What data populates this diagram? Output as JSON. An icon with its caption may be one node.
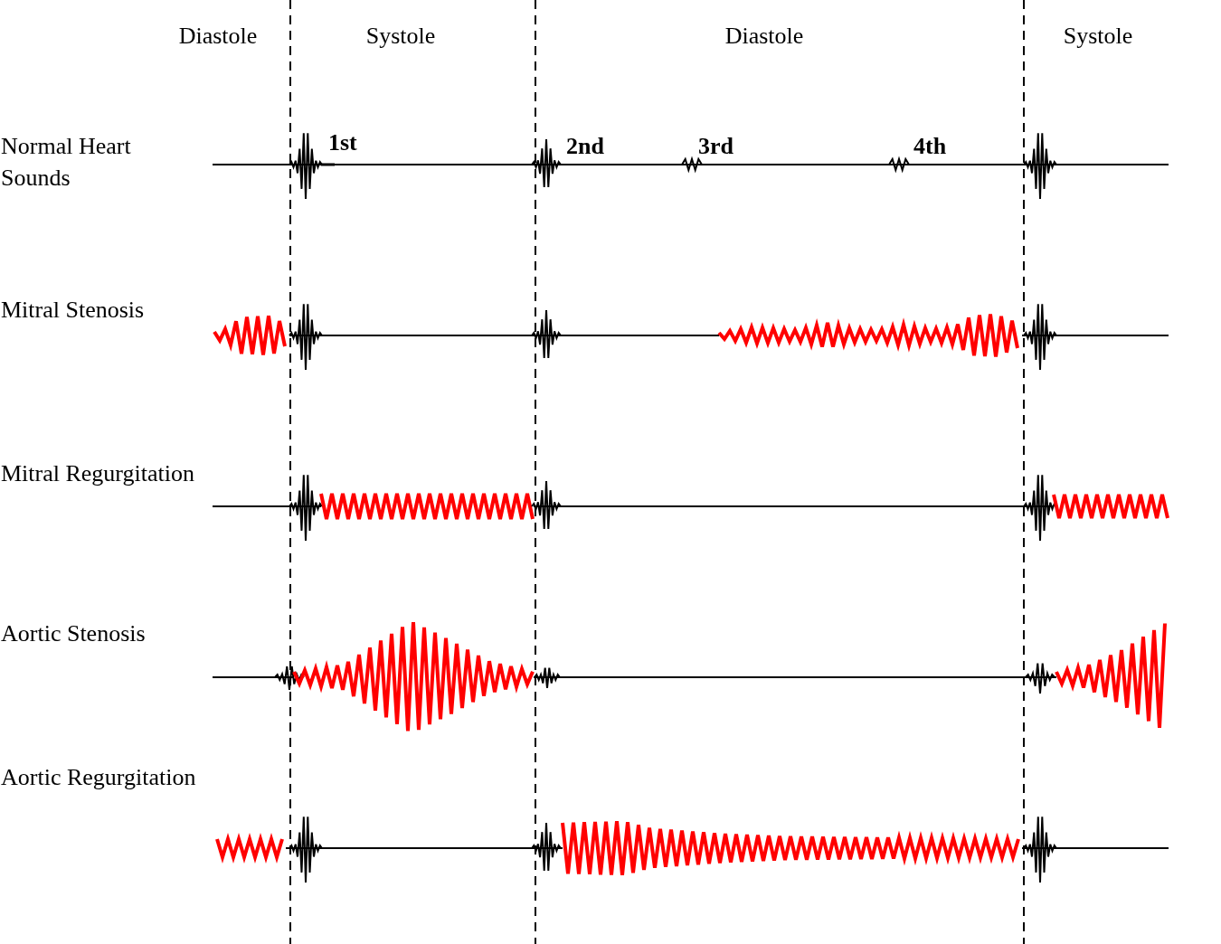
{
  "diagram": {
    "labels": [
      "Diastole",
      "Systole",
      "Diastole",
      "Systole",
      "Normal Heart Sounds",
      "1st",
      "2nd",
      "3rd",
      "4th",
      "Mitral Stenosis",
      "Mitral Regurgitation",
      "Aortic Stenosis",
      "Aortic Regurgitation"
    ]
  }
}
